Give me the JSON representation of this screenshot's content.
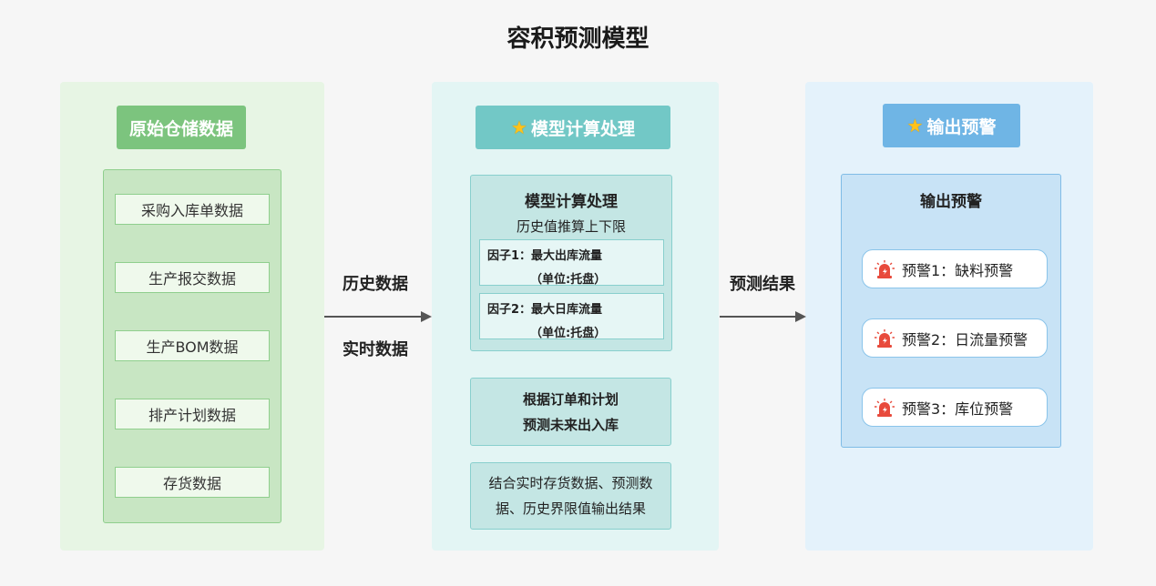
{
  "title": "容积预测模型",
  "input": {
    "header": "原始仓储数据",
    "items": [
      "采购入库单数据",
      "生产报交数据",
      "生产BOM数据",
      "排产计划数据",
      "存货数据"
    ]
  },
  "flow_left": {
    "top_label": "历史数据",
    "bottom_label": "实时数据"
  },
  "model": {
    "header": "模型计算处理",
    "header_icon": "star-icon",
    "box_title": "模型计算处理",
    "box_subtitle": "历史值推算上下限",
    "factors": [
      {
        "name": "因子1：最大出库流量",
        "unit": "（单位:托盘）"
      },
      {
        "name": "因子2：最大日库流量",
        "unit": "（单位:托盘）"
      }
    ],
    "step2": {
      "line1": "根据订单和计划",
      "line2": "预测未来出入库"
    },
    "step3": {
      "line1": "结合实时存货数据、预测数",
      "line2": "据、历史界限值输出结果"
    }
  },
  "flow_right": {
    "label": "预测结果"
  },
  "output": {
    "header": "输出预警",
    "header_icon": "star-icon",
    "box_title": "输出预警",
    "alert_icon": "siren-alarm-icon",
    "alerts": [
      "预警1：缺料预警",
      "预警2：日流量预警",
      "预警3：库位预警"
    ]
  },
  "colors": {
    "green_header": "#7cc47e",
    "teal_header": "#72c8c6",
    "blue_header": "#6fb5e5",
    "star": "#ffc21a",
    "siren": "#e84a3c"
  }
}
